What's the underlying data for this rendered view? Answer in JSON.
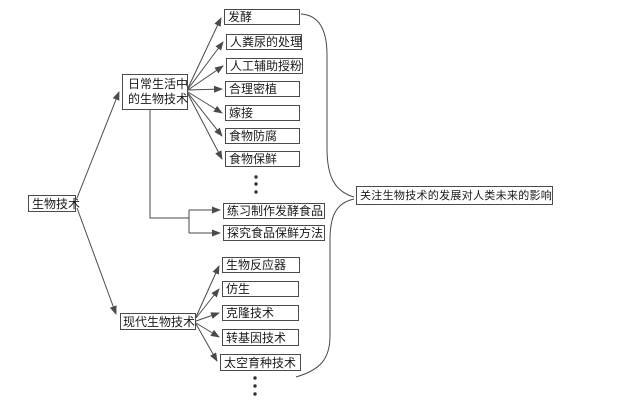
{
  "diagram": {
    "title_hint": "biotechnology concept map",
    "root": {
      "label": "生物技术"
    },
    "daily": {
      "label_line1": "日常生活中",
      "label_line2": "的生物技术",
      "children": [
        "发酵",
        "人粪尿的处理",
        "人工辅助授粉",
        "合理密植",
        "嫁接",
        "食物防腐",
        "食物保鲜"
      ],
      "activities": [
        "练习制作发酵食品",
        "探究食品保鲜方法"
      ]
    },
    "modern": {
      "label": "现代生物技术",
      "children": [
        "生物反应器",
        "仿生",
        "克隆技术",
        "转基因技术",
        "太空育种技术"
      ]
    },
    "conclusion": {
      "label": "关注生物技术的发展对人类未来的影响"
    }
  },
  "colors": {
    "line": "#4a4a4a",
    "text": "#1a1a1a",
    "background": "#ffffff",
    "box_fill": "#ffffff"
  }
}
